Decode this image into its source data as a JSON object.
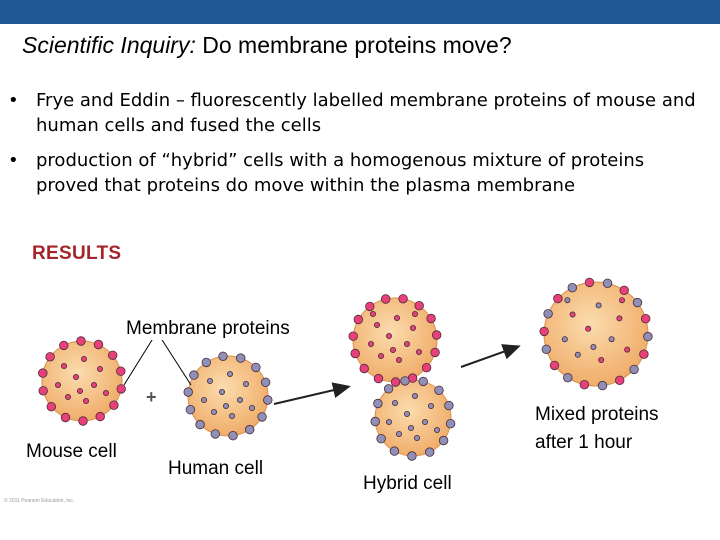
{
  "header": {
    "bar_color": "#1f5896"
  },
  "title": {
    "italic_part": "Scientific Inquiry:",
    "rest": " Do membrane proteins move?"
  },
  "bullets": [
    "Frye and Eddin – fluorescently labelled membrane proteins of mouse and human cells and fused the cells",
    "production of “hybrid” cells with a homogenous mixture of proteins proved that proteins do move within the plasma membrane"
  ],
  "bullet_symbol": "•",
  "results_heading": "RESULTS",
  "figure": {
    "label_membrane_proteins": "Membrane proteins",
    "label_plus": "+",
    "label_mouse_cell": "Mouse cell",
    "label_human_cell": "Human cell",
    "label_hybrid_cell": "Hybrid cell",
    "label_mixed_line1": "Mixed proteins",
    "label_mixed_line2": "after 1 hour",
    "copyright": "© 2011 Pearson Education, Inc.",
    "colors": {
      "cell_fill": "#f4b878",
      "cell_center": "#fad9a8",
      "mouse_protein": "#e8417a",
      "human_protein": "#8f8fb8",
      "arrow": "#222222"
    }
  }
}
